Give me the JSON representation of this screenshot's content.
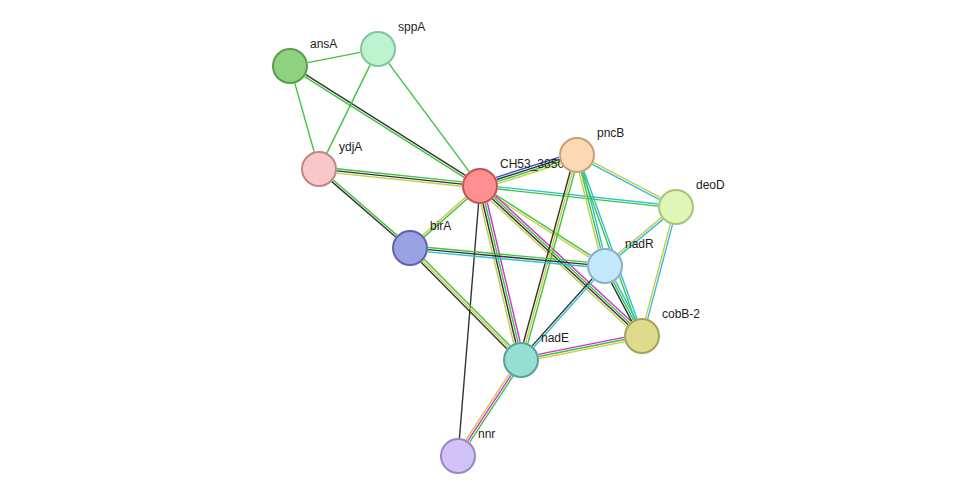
{
  "diagram": {
    "nodes": [
      {
        "text": [
          "ansA"
        ]
      },
      {
        "text": [
          "sppA"
        ]
      },
      {
        "text": [
          "ydjA"
        ]
      },
      {
        "text": [
          "CH53_3850"
        ]
      },
      {
        "text": [
          "pncB"
        ]
      },
      {
        "text": [
          "deoD"
        ]
      },
      {
        "text": [
          "birA"
        ]
      },
      {
        "text": [
          "nadR"
        ]
      },
      {
        "text": [
          "cobB-2"
        ]
      },
      {
        "text": [
          "nadE"
        ]
      },
      {
        "text": [
          "nnr"
        ]
      }
    ],
    "edges": [
      {
        "from": 0,
        "to": 1,
        "arrow": "none"
      },
      {
        "from": 0,
        "to": 2,
        "arrow": "none"
      },
      {
        "from": 0,
        "to": 3,
        "arrow": "none"
      },
      {
        "from": 1,
        "to": 2,
        "arrow": "none"
      },
      {
        "from": 1,
        "to": 3,
        "arrow": "none"
      },
      {
        "from": 2,
        "to": 3,
        "arrow": "none"
      },
      {
        "from": 2,
        "to": 6,
        "arrow": "none"
      },
      {
        "from": 3,
        "to": 4,
        "arrow": "none"
      },
      {
        "from": 3,
        "to": 5,
        "arrow": "none"
      },
      {
        "from": 3,
        "to": 6,
        "arrow": "none"
      },
      {
        "from": 3,
        "to": 7,
        "arrow": "none"
      },
      {
        "from": 3,
        "to": 8,
        "arrow": "none"
      },
      {
        "from": 3,
        "to": 9,
        "arrow": "none"
      },
      {
        "from": 3,
        "to": 10,
        "arrow": "none"
      },
      {
        "from": 4,
        "to": 5,
        "arrow": "none"
      },
      {
        "from": 4,
        "to": 7,
        "arrow": "none"
      },
      {
        "from": 4,
        "to": 8,
        "arrow": "none"
      },
      {
        "from": 4,
        "to": 9,
        "arrow": "none"
      },
      {
        "from": 5,
        "to": 7,
        "arrow": "none"
      },
      {
        "from": 5,
        "to": 8,
        "arrow": "none"
      },
      {
        "from": 6,
        "to": 7,
        "arrow": "none"
      },
      {
        "from": 6,
        "to": 9,
        "arrow": "none"
      },
      {
        "from": 7,
        "to": 8,
        "arrow": "none"
      },
      {
        "from": 7,
        "to": 9,
        "arrow": "none"
      },
      {
        "from": 9,
        "to": 8,
        "arrow": "none"
      },
      {
        "from": 9,
        "to": 10,
        "arrow": "none"
      }
    ]
  }
}
